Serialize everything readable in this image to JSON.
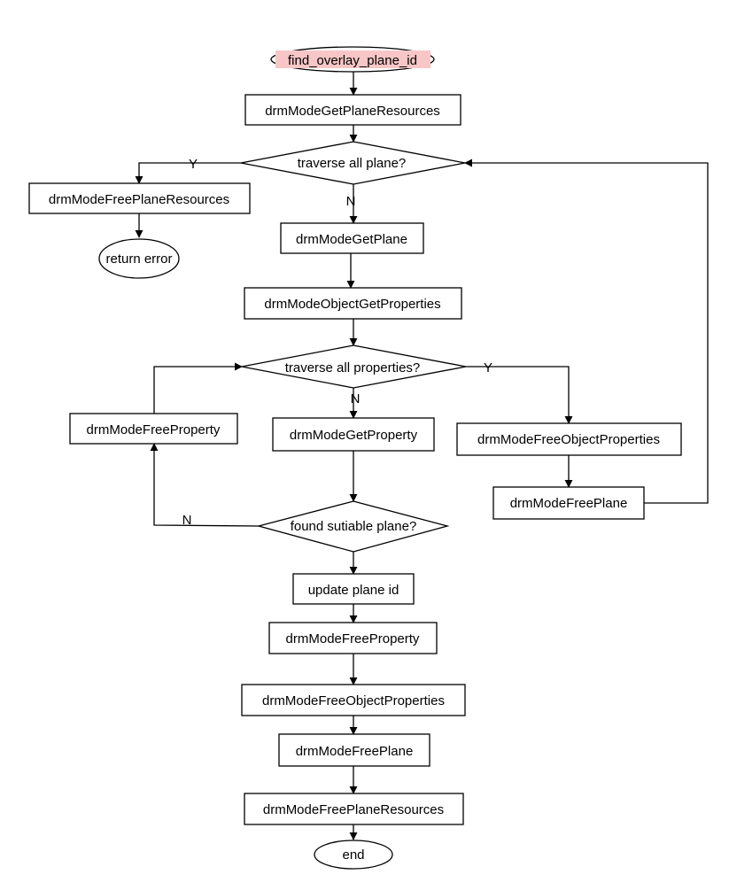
{
  "flowchart": {
    "start": "find_overlay_plane_id",
    "start_highlight": "#f8c6c6",
    "end": "end",
    "return_error": "return error",
    "steps": {
      "get_plane_resources": "drmModeGetPlaneResources",
      "free_plane_resources_error": "drmModeFreePlaneResources",
      "get_plane": "drmModeGetPlane",
      "object_get_properties": "drmModeObjectGetProperties",
      "free_property_loop": "drmModeFreeProperty",
      "get_property": "drmModeGetProperty",
      "free_object_properties_loop": "drmModeFreeObjectProperties",
      "free_plane_loop": "drmModeFreePlane",
      "update_plane_id": "update plane id",
      "free_property": "drmModeFreeProperty",
      "free_object_properties": "drmModeFreeObjectProperties",
      "free_plane": "drmModeFreePlane",
      "free_plane_resources": "drmModeFreePlaneResources"
    },
    "decisions": {
      "traverse_planes": "traverse all plane?",
      "traverse_properties": "traverse all properties?",
      "found_plane": "found sutiable plane?"
    },
    "edge_labels": {
      "planes_yes": "Y",
      "planes_no": "N",
      "properties_yes": "Y",
      "properties_no": "N",
      "found_no": "N"
    }
  }
}
